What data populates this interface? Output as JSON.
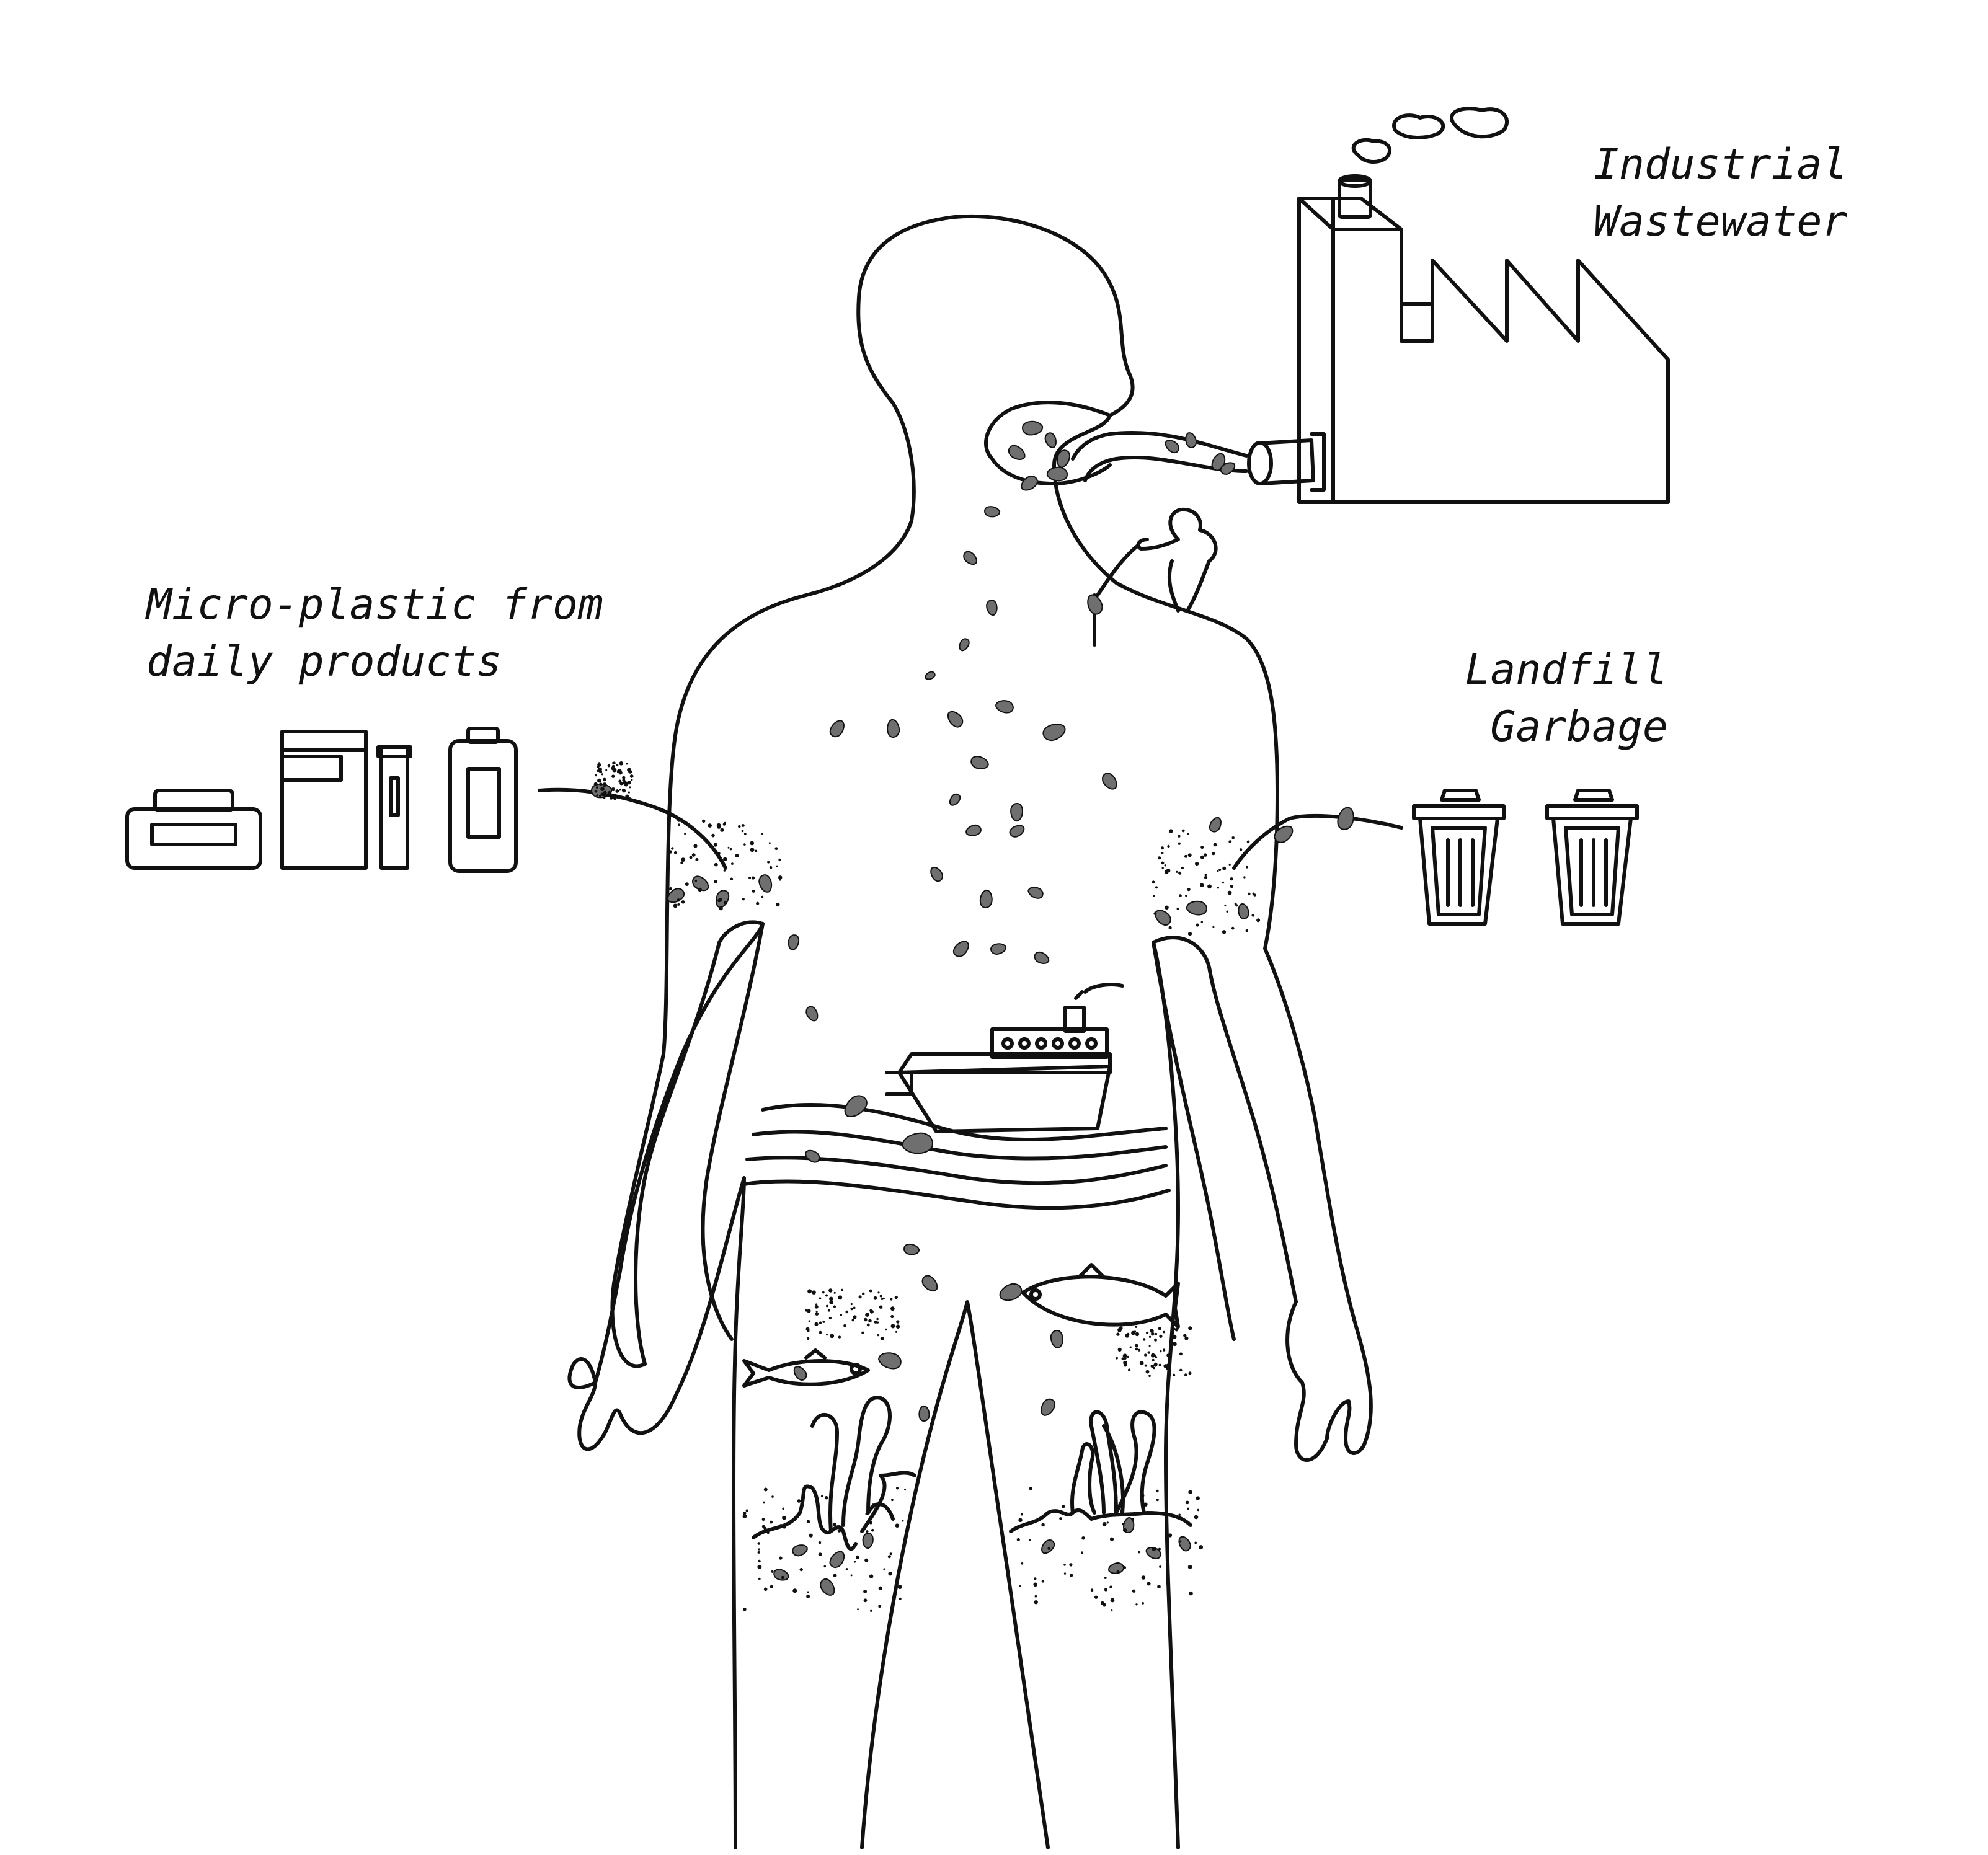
{
  "labels": {
    "daily_products": [
      "Micro-plastic from",
      "daily products"
    ],
    "landfill": [
      "Landfill",
      "Garbage"
    ],
    "industrial": [
      "Industrial",
      "Wastewater"
    ]
  },
  "colors": {
    "line": "#111111",
    "particle": "#6f6f6f",
    "background": "#ffffff"
  },
  "icons": [
    "human-body-silhouette-icon",
    "factory-icon",
    "pipe-icon",
    "smoke-cloud-icon",
    "trash-can-icon",
    "soap-box-icon",
    "cereal-box-icon",
    "cream-tube-icon",
    "lotion-bottle-icon",
    "ship-icon",
    "fish-icon",
    "coral-icon",
    "ocean-waves-icon",
    "swimmer-icon",
    "microplastic-particle-icon"
  ]
}
